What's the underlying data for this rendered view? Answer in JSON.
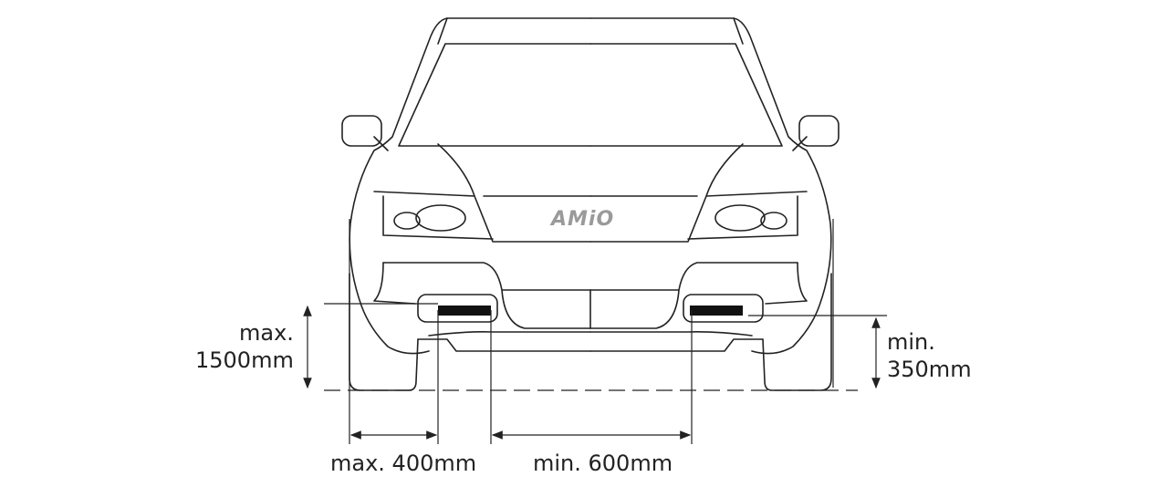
{
  "logo": "AMiO",
  "labels": {
    "max_height_line1": "max.",
    "max_height_line2": "1500mm",
    "min_height_line1": "min.",
    "min_height_line2": "350mm",
    "max_side": "max. 400mm",
    "min_between": "min. 600mm"
  },
  "colors": {
    "line": "#222222",
    "logo": "#9a9a9a",
    "lamp": "#111111"
  }
}
